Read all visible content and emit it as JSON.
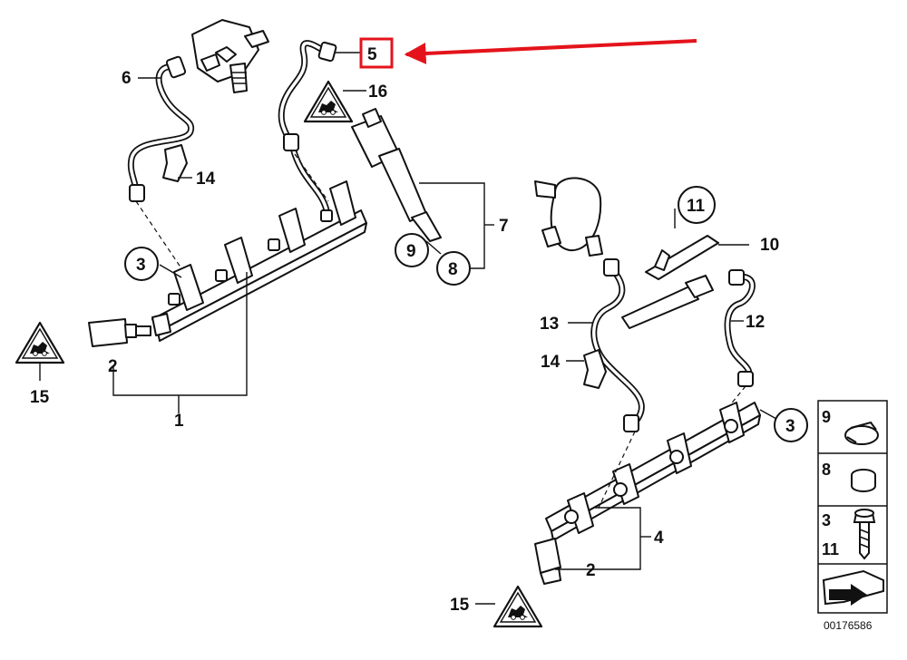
{
  "diagram": {
    "document_id": "00176586",
    "highlight_color": "#e4131b",
    "highlighted_part": "5",
    "callouts": {
      "c1": "1",
      "c2a": "2",
      "c2b": "2",
      "c3a": "3",
      "c3b": "3",
      "c4": "4",
      "c5": "5",
      "c6": "6",
      "c7": "7",
      "c8": "8",
      "c9": "9",
      "c10": "10",
      "c11": "11",
      "c12": "12",
      "c13": "13",
      "c14a": "14",
      "c14b": "14",
      "c15a": "15",
      "c15b": "15",
      "c16": "16"
    },
    "legend": {
      "row1": "9",
      "row2": "8",
      "row3_top": "3",
      "row3_bottom": "11"
    },
    "icons": [
      "warning-triangle-icon",
      "arrow-icon"
    ]
  }
}
